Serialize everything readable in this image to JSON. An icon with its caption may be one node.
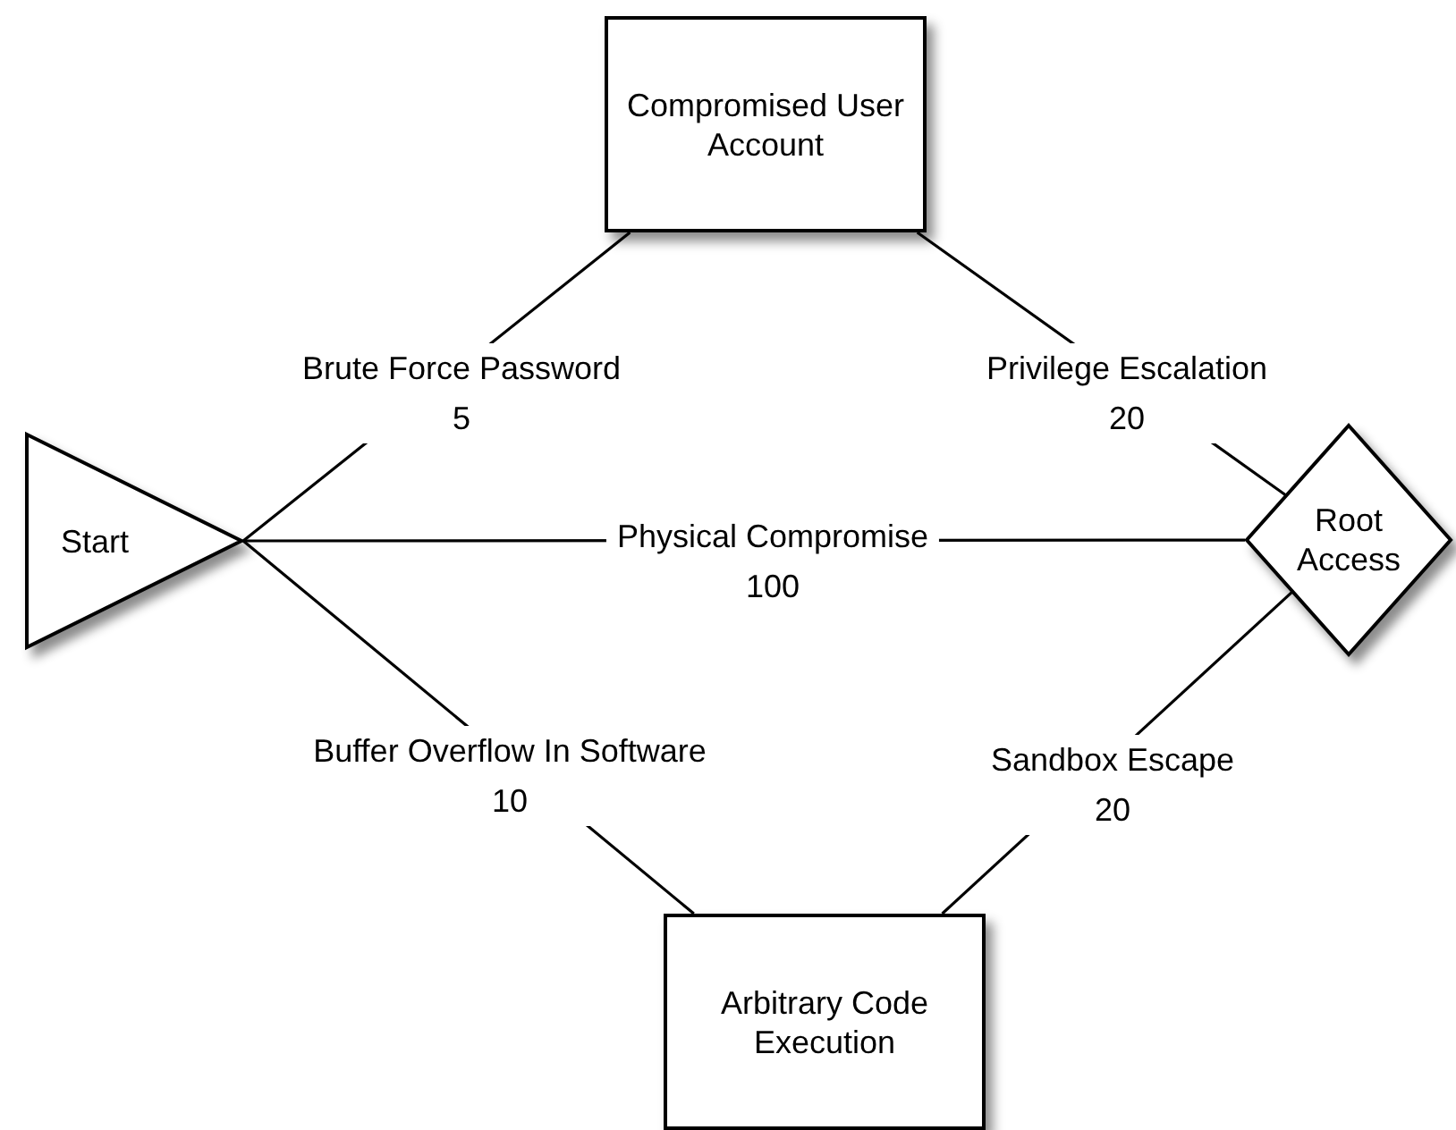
{
  "diagram": {
    "nodes": [
      {
        "text": [
          "Start"
        ]
      },
      {
        "text": [
          "Compromised User Account"
        ]
      },
      {
        "text": [
          "Root Access"
        ]
      },
      {
        "text": [
          "Arbitrary Code Execution"
        ]
      }
    ],
    "edges": [
      {
        "from": 0,
        "to": 1,
        "arrow": "none",
        "label": "Brute Force Password 5"
      },
      {
        "from": 1,
        "to": 2,
        "arrow": "none",
        "label": "Privilege Escalation 20"
      },
      {
        "from": 0,
        "to": 2,
        "arrow": "none",
        "label": "Physical Compromise 100"
      },
      {
        "from": 0,
        "to": 3,
        "arrow": "none",
        "label": "Buffer Overflow In Software 10"
      },
      {
        "from": 3,
        "to": 2,
        "arrow": "none",
        "label": "Sandbox Escape 20"
      }
    ]
  }
}
